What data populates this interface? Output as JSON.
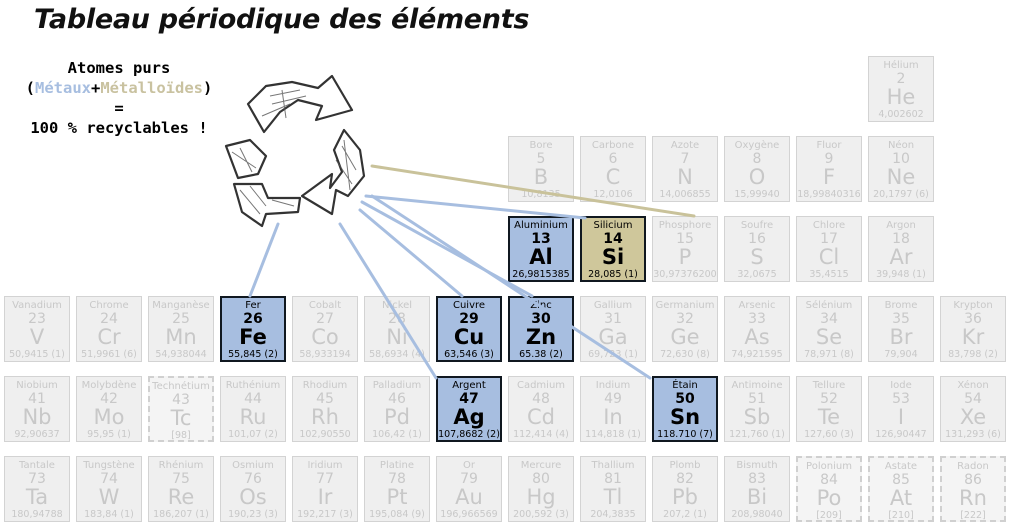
{
  "title": "Tableau périodique des éléments",
  "caption": {
    "line1": "Atomes purs",
    "open_paren": "(",
    "metals": "Métaux",
    "plus": "+",
    "metalloids": "Métalloïdes",
    "close_paren": ")",
    "equals": "=",
    "line3": "100 % recyclables !"
  },
  "colors": {
    "metal": "#a7bee0",
    "metalloid": "#cfc79b",
    "metal_line": "#a7bee0",
    "metalloid_line": "#c9c29a",
    "inactive_bg": "#efefef",
    "inactive_text": "#c8c8c8"
  },
  "icon": "recycle-icon",
  "elements": [
    {
      "name": "Hélium",
      "number": "2",
      "symbol": "He",
      "mass": "4,002602",
      "row": 0,
      "col": 12,
      "kind": "inactive"
    },
    {
      "name": "Bore",
      "number": "5",
      "symbol": "B",
      "mass": "10,8135",
      "row": 1,
      "col": 7,
      "kind": "inactive"
    },
    {
      "name": "Carbone",
      "number": "6",
      "symbol": "C",
      "mass": "12,0106",
      "row": 1,
      "col": 8,
      "kind": "inactive"
    },
    {
      "name": "Azote",
      "number": "7",
      "symbol": "N",
      "mass": "14,006855",
      "row": 1,
      "col": 9,
      "kind": "inactive"
    },
    {
      "name": "Oxygène",
      "number": "8",
      "symbol": "O",
      "mass": "15,99940",
      "row": 1,
      "col": 10,
      "kind": "inactive"
    },
    {
      "name": "Fluor",
      "number": "9",
      "symbol": "F",
      "mass": "18,99840316",
      "row": 1,
      "col": 11,
      "kind": "inactive"
    },
    {
      "name": "Néon",
      "number": "10",
      "symbol": "Ne",
      "mass": "20,1797 (6)",
      "row": 1,
      "col": 12,
      "kind": "inactive"
    },
    {
      "name": "Aluminium",
      "number": "13",
      "symbol": "Al",
      "mass": "26,9815385",
      "row": 2,
      "col": 7,
      "kind": "metal"
    },
    {
      "name": "Silicium",
      "number": "14",
      "symbol": "Si",
      "mass": "28,085 (1)",
      "row": 2,
      "col": 8,
      "kind": "metalloid"
    },
    {
      "name": "Phosphore",
      "number": "15",
      "symbol": "P",
      "mass": "30,97376200",
      "row": 2,
      "col": 9,
      "kind": "inactive"
    },
    {
      "name": "Soufre",
      "number": "16",
      "symbol": "S",
      "mass": "32,0675",
      "row": 2,
      "col": 10,
      "kind": "inactive"
    },
    {
      "name": "Chlore",
      "number": "17",
      "symbol": "Cl",
      "mass": "35,4515",
      "row": 2,
      "col": 11,
      "kind": "inactive"
    },
    {
      "name": "Argon",
      "number": "18",
      "symbol": "Ar",
      "mass": "39,948 (1)",
      "row": 2,
      "col": 12,
      "kind": "inactive"
    },
    {
      "name": "Vanadium",
      "number": "23",
      "symbol": "V",
      "mass": "50,9415 (1)",
      "row": 3,
      "col": 0,
      "kind": "inactive"
    },
    {
      "name": "Chrome",
      "number": "24",
      "symbol": "Cr",
      "mass": "51,9961 (6)",
      "row": 3,
      "col": 1,
      "kind": "inactive"
    },
    {
      "name": "Manganèse",
      "number": "25",
      "symbol": "Mn",
      "mass": "54,938044",
      "row": 3,
      "col": 2,
      "kind": "inactive"
    },
    {
      "name": "Fer",
      "number": "26",
      "symbol": "Fe",
      "mass": "55,845 (2)",
      "row": 3,
      "col": 3,
      "kind": "metal"
    },
    {
      "name": "Cobalt",
      "number": "27",
      "symbol": "Co",
      "mass": "58,933194",
      "row": 3,
      "col": 4,
      "kind": "inactive"
    },
    {
      "name": "Nickel",
      "number": "28",
      "symbol": "Ni",
      "mass": "58,6934 (4)",
      "row": 3,
      "col": 5,
      "kind": "inactive"
    },
    {
      "name": "Cuivre",
      "number": "29",
      "symbol": "Cu",
      "mass": "63,546 (3)",
      "row": 3,
      "col": 6,
      "kind": "metal"
    },
    {
      "name": "Zinc",
      "number": "30",
      "symbol": "Zn",
      "mass": "65.38 (2)",
      "row": 3,
      "col": 7,
      "kind": "metal"
    },
    {
      "name": "Gallium",
      "number": "31",
      "symbol": "Ga",
      "mass": "69,723 (1)",
      "row": 3,
      "col": 8,
      "kind": "inactive"
    },
    {
      "name": "Germanium",
      "number": "32",
      "symbol": "Ge",
      "mass": "72,630 (8)",
      "row": 3,
      "col": 9,
      "kind": "inactive"
    },
    {
      "name": "Arsenic",
      "number": "33",
      "symbol": "As",
      "mass": "74,921595",
      "row": 3,
      "col": 10,
      "kind": "inactive"
    },
    {
      "name": "Sélénium",
      "number": "34",
      "symbol": "Se",
      "mass": "78,971 (8)",
      "row": 3,
      "col": 11,
      "kind": "inactive"
    },
    {
      "name": "Brome",
      "number": "35",
      "symbol": "Br",
      "mass": "79,904",
      "row": 3,
      "col": 12,
      "kind": "inactive"
    },
    {
      "name": "Krypton",
      "number": "36",
      "symbol": "Kr",
      "mass": "83,798 (2)",
      "row": 3,
      "col": 13,
      "kind": "inactive"
    },
    {
      "name": "Niobium",
      "number": "41",
      "symbol": "Nb",
      "mass": "92,90637",
      "row": 4,
      "col": 0,
      "kind": "inactive"
    },
    {
      "name": "Molybdène",
      "number": "42",
      "symbol": "Mo",
      "mass": "95,95 (1)",
      "row": 4,
      "col": 1,
      "kind": "inactive"
    },
    {
      "name": "Technétium",
      "number": "43",
      "symbol": "Tc",
      "mass": "[98]",
      "row": 4,
      "col": 2,
      "kind": "dashed"
    },
    {
      "name": "Ruthénium",
      "number": "44",
      "symbol": "Ru",
      "mass": "101,07 (2)",
      "row": 4,
      "col": 3,
      "kind": "inactive"
    },
    {
      "name": "Rhodium",
      "number": "45",
      "symbol": "Rh",
      "mass": "102,90550",
      "row": 4,
      "col": 4,
      "kind": "inactive"
    },
    {
      "name": "Palladium",
      "number": "46",
      "symbol": "Pd",
      "mass": "106,42 (1)",
      "row": 4,
      "col": 5,
      "kind": "inactive"
    },
    {
      "name": "Argent",
      "number": "47",
      "symbol": "Ag",
      "mass": "107,8682 (2)",
      "row": 4,
      "col": 6,
      "kind": "metal"
    },
    {
      "name": "Cadmium",
      "number": "48",
      "symbol": "Cd",
      "mass": "112,414 (4)",
      "row": 4,
      "col": 7,
      "kind": "inactive"
    },
    {
      "name": "Indium",
      "number": "49",
      "symbol": "In",
      "mass": "114,818 (1)",
      "row": 4,
      "col": 8,
      "kind": "inactive"
    },
    {
      "name": "Étain",
      "number": "50",
      "symbol": "Sn",
      "mass": "118.710 (7)",
      "row": 4,
      "col": 9,
      "kind": "metal"
    },
    {
      "name": "Antimoine",
      "number": "51",
      "symbol": "Sb",
      "mass": "121,760 (1)",
      "row": 4,
      "col": 10,
      "kind": "inactive"
    },
    {
      "name": "Tellure",
      "number": "52",
      "symbol": "Te",
      "mass": "127,60 (3)",
      "row": 4,
      "col": 11,
      "kind": "inactive"
    },
    {
      "name": "Iode",
      "number": "53",
      "symbol": "I",
      "mass": "126,90447",
      "row": 4,
      "col": 12,
      "kind": "inactive"
    },
    {
      "name": "Xénon",
      "number": "54",
      "symbol": "Xe",
      "mass": "131,293 (6)",
      "row": 4,
      "col": 13,
      "kind": "inactive"
    },
    {
      "name": "Tantale",
      "number": "73",
      "symbol": "Ta",
      "mass": "180,94788",
      "row": 5,
      "col": 0,
      "kind": "inactive"
    },
    {
      "name": "Tungstène",
      "number": "74",
      "symbol": "W",
      "mass": "183,84 (1)",
      "row": 5,
      "col": 1,
      "kind": "inactive"
    },
    {
      "name": "Rhénium",
      "number": "75",
      "symbol": "Re",
      "mass": "186,207 (1)",
      "row": 5,
      "col": 2,
      "kind": "inactive"
    },
    {
      "name": "Osmium",
      "number": "76",
      "symbol": "Os",
      "mass": "190,23 (3)",
      "row": 5,
      "col": 3,
      "kind": "inactive"
    },
    {
      "name": "Iridium",
      "number": "77",
      "symbol": "Ir",
      "mass": "192,217 (3)",
      "row": 5,
      "col": 4,
      "kind": "inactive"
    },
    {
      "name": "Platine",
      "number": "78",
      "symbol": "Pt",
      "mass": "195,084 (9)",
      "row": 5,
      "col": 5,
      "kind": "inactive"
    },
    {
      "name": "Or",
      "number": "79",
      "symbol": "Au",
      "mass": "196,966569",
      "row": 5,
      "col": 6,
      "kind": "inactive"
    },
    {
      "name": "Mercure",
      "number": "80",
      "symbol": "Hg",
      "mass": "200,592 (3)",
      "row": 5,
      "col": 7,
      "kind": "inactive"
    },
    {
      "name": "Thallium",
      "number": "81",
      "symbol": "Tl",
      "mass": "204,3835",
      "row": 5,
      "col": 8,
      "kind": "inactive"
    },
    {
      "name": "Plomb",
      "number": "82",
      "symbol": "Pb",
      "mass": "207,2 (1)",
      "row": 5,
      "col": 9,
      "kind": "inactive"
    },
    {
      "name": "Bismuth",
      "number": "83",
      "symbol": "Bi",
      "mass": "208,98040",
      "row": 5,
      "col": 10,
      "kind": "inactive"
    },
    {
      "name": "Polonium",
      "number": "84",
      "symbol": "Po",
      "mass": "[209]",
      "row": 5,
      "col": 11,
      "kind": "dashed"
    },
    {
      "name": "Astate",
      "number": "85",
      "symbol": "At",
      "mass": "[210]",
      "row": 5,
      "col": 12,
      "kind": "dashed"
    },
    {
      "name": "Radon",
      "number": "86",
      "symbol": "Rn",
      "mass": "[222]",
      "row": 5,
      "col": 13,
      "kind": "dashed"
    }
  ]
}
